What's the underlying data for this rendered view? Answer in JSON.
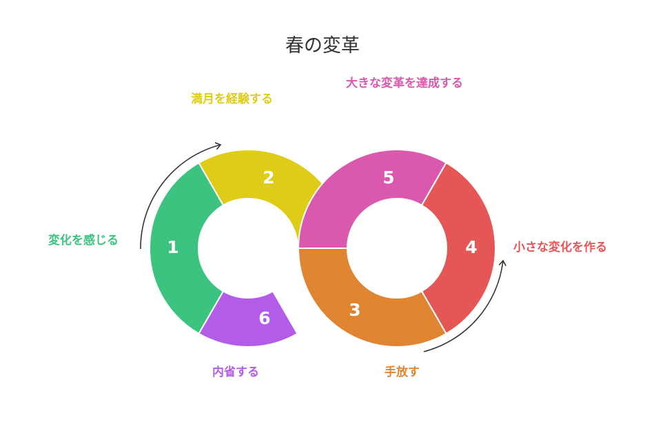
{
  "title": "春の変革",
  "segments": [
    {
      "number": "1",
      "label": "変化を感じる",
      "color": "#3dc380"
    },
    {
      "number": "2",
      "label": "満月を経験する",
      "color": "#dfcc18"
    },
    {
      "number": "3",
      "label": "手放す",
      "color": "#df8431"
    },
    {
      "number": "4",
      "label": "小さな変化を作る",
      "color": "#e55656"
    },
    {
      "number": "5",
      "label": "大きな変革を達成する",
      "color": "#da58ad"
    },
    {
      "number": "6",
      "label": "内省する",
      "color": "#b35ce8"
    }
  ]
}
